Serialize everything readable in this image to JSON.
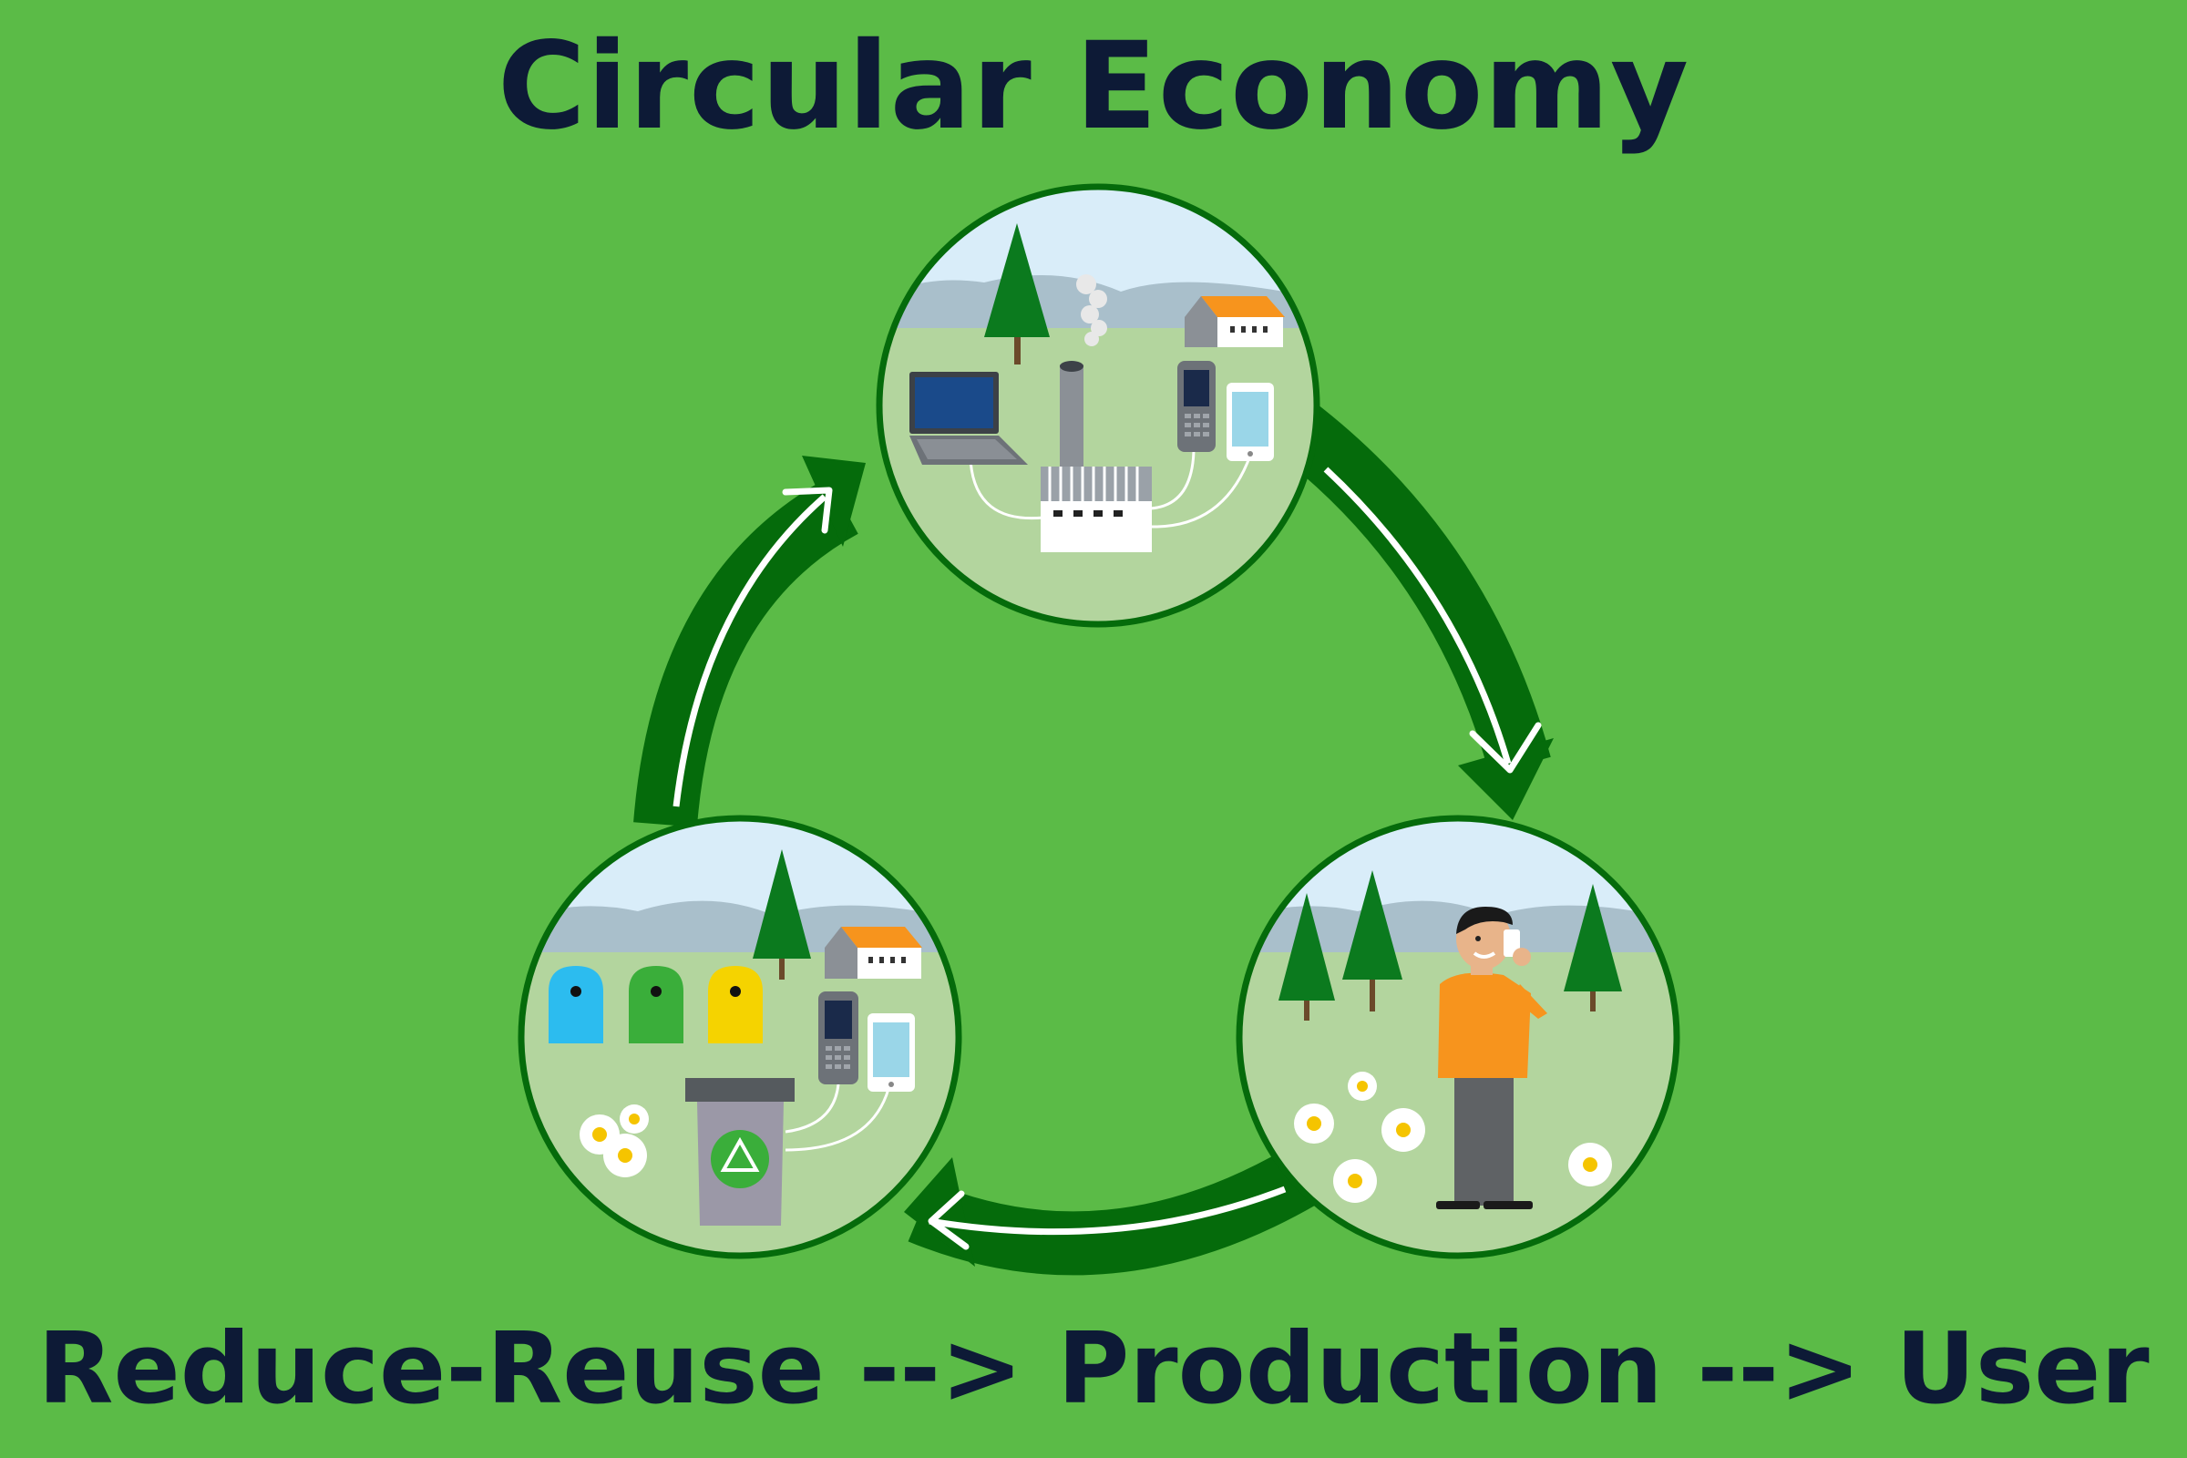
{
  "title": "Circular Economy",
  "caption": "Reduce-Reuse --> Production --> User",
  "colors": {
    "background": "#5bbb47",
    "arrow": "#056b0b",
    "text": "#0d1a36",
    "sky": "#d9edf9",
    "grass": "#b3d59e"
  },
  "nodes": [
    {
      "id": "production",
      "icons": [
        "tree-icon",
        "mountain-icon",
        "factory-icon",
        "smokestack-icon",
        "laptop-icon",
        "feature-phone-icon",
        "smartphone-icon",
        "house-icon"
      ]
    },
    {
      "id": "user",
      "icons": [
        "tree-icon",
        "mountain-icon",
        "person-on-phone-icon",
        "daisy-icon"
      ]
    },
    {
      "id": "reduce-reuse",
      "icons": [
        "tree-icon",
        "mountain-icon",
        "house-icon",
        "recycling-bin-icon",
        "recycle-symbol-icon",
        "feature-phone-icon",
        "smartphone-icon",
        "daisy-icon"
      ]
    }
  ]
}
